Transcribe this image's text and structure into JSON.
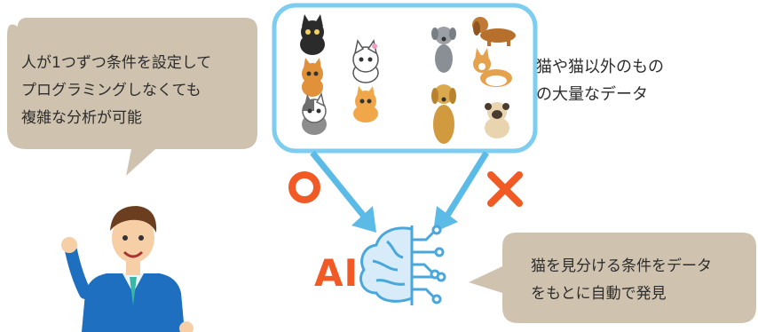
{
  "bubble_left": {
    "lines": [
      "人が1つずつ条件を設定して",
      "プログラミングしなくても",
      "複雑な分析が可能"
    ]
  },
  "data_label": {
    "lines": [
      "猫や猫以外のもの",
      "の大量なデータ"
    ]
  },
  "bubble_right": {
    "lines": [
      "猫を見分ける条件をデータ",
      "をもとに自動で発見"
    ]
  },
  "ai": {
    "label": "AI"
  },
  "marks": {
    "correct": "circle-mark",
    "wrong": "cross-mark"
  },
  "colors": {
    "bubble": "#cfc2ae",
    "frame": "#7ccdf0",
    "arrow": "#5bbbe6",
    "accent": "#f15a24",
    "brain": "#4aa7dc"
  }
}
